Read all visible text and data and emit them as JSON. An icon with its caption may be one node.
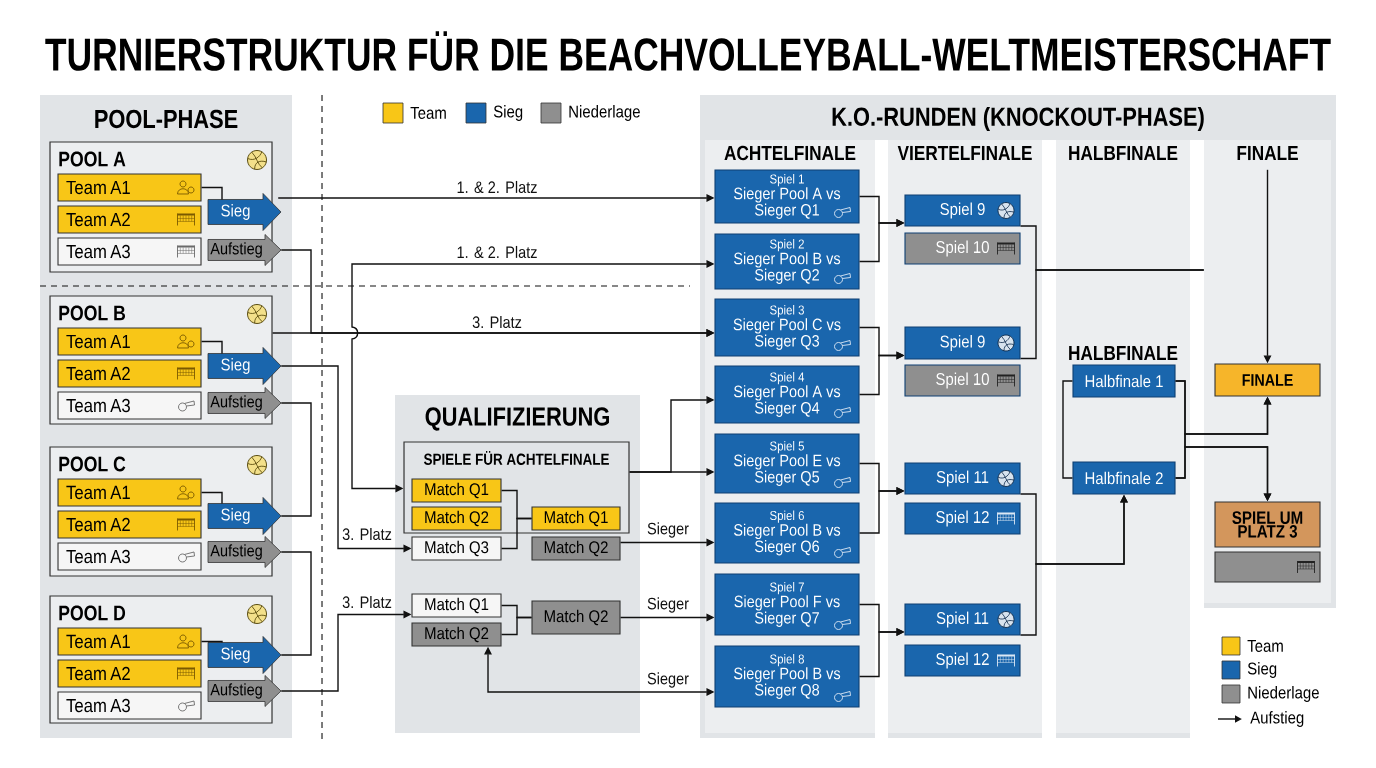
{
  "diagram": {
    "title": "TURNIERSTRUKTUR FÜR DIE BEACHVOLLEYBALL-WELTMEISTERSCHAFT",
    "nodes": [
      {
        "text": [
          "POOL-PHASE"
        ]
      },
      {
        "text": [
          "POOL A"
        ],
        "in": 0
      },
      {
        "text": [
          "Team A1"
        ],
        "in": 1
      },
      {
        "text": [
          "Team A2"
        ],
        "in": 1
      },
      {
        "text": [
          "Team A3"
        ],
        "in": 1
      },
      {
        "text": [
          "Sieg"
        ],
        "in": 0
      },
      {
        "text": [
          "Aufstieg"
        ],
        "in": 0
      },
      {
        "text": [
          "POOL B"
        ],
        "in": 0
      },
      {
        "text": [
          "Team A1"
        ],
        "in": 7
      },
      {
        "text": [
          "Team A2"
        ],
        "in": 7
      },
      {
        "text": [
          "Team A3"
        ],
        "in": 7
      },
      {
        "text": [
          "Sieg"
        ],
        "in": 0
      },
      {
        "text": [
          "Aufstieg"
        ],
        "in": 0
      },
      {
        "text": [
          "POOL C"
        ],
        "in": 0
      },
      {
        "text": [
          "Team A1"
        ],
        "in": 13
      },
      {
        "text": [
          "Team A2"
        ],
        "in": 13
      },
      {
        "text": [
          "Team A3"
        ],
        "in": 13
      },
      {
        "text": [
          "Sieg"
        ],
        "in": 0
      },
      {
        "text": [
          "Aufstieg"
        ],
        "in": 0
      },
      {
        "text": [
          "POOL D"
        ],
        "in": 0
      },
      {
        "text": [
          "Team A1"
        ],
        "in": 19
      },
      {
        "text": [
          "Team A2"
        ],
        "in": 19
      },
      {
        "text": [
          "Team A3"
        ],
        "in": 19
      },
      {
        "text": [
          "Sieg"
        ],
        "in": 0
      },
      {
        "text": [
          "Aufstieg"
        ],
        "in": 0
      },
      {
        "text": [
          "QUALIFIZIERUNG"
        ]
      },
      {
        "text": [
          "SPIELE FÜR ACHTELFINALE"
        ],
        "in": 25
      },
      {
        "text": [
          "Match Q1"
        ],
        "in": 26
      },
      {
        "text": [
          "Match Q2"
        ],
        "in": 26
      },
      {
        "text": [
          "Match Q1"
        ],
        "in": 26
      },
      {
        "text": [
          "Match Q3"
        ],
        "in": 25
      },
      {
        "text": [
          "Match Q2"
        ],
        "in": 25
      },
      {
        "text": [
          "Match Q1"
        ],
        "in": 25
      },
      {
        "text": [
          "Match Q2"
        ],
        "in": 25
      },
      {
        "text": [
          "Match Q2"
        ],
        "in": 25
      },
      {
        "text": [
          "K.O.-RUNDEN (KNOCKOUT-PHASE)"
        ]
      },
      {
        "text": [
          "ACHTELFINALE"
        ],
        "in": 35
      },
      {
        "text": [
          "VIERTELFINALE"
        ],
        "in": 35
      },
      {
        "text": [
          "HALBFINALE"
        ],
        "in": 35
      },
      {
        "text": [
          "FINALE"
        ],
        "in": 35
      },
      {
        "text": [
          "Spiel 1",
          "Sieger Pool A vs Sieger Q1"
        ],
        "in": 36
      },
      {
        "text": [
          "Spiel 2",
          "Sieger Pool B vs Sieger Q2"
        ],
        "in": 36
      },
      {
        "text": [
          "Spiel 3",
          "Sieger Pool C vs Sieger Q3"
        ],
        "in": 36
      },
      {
        "text": [
          "Spiel 4",
          "Sieger Pool A vs Sieger Q4"
        ],
        "in": 36
      },
      {
        "text": [
          "Spiel 5",
          "Sieger Pool E vs Sieger Q5"
        ],
        "in": 36
      },
      {
        "text": [
          "Spiel 6",
          "Sieger Pool B vs Sieger Q6"
        ],
        "in": 36
      },
      {
        "text": [
          "Spiel 7",
          "Sieger Pool F vs Sieger Q7"
        ],
        "in": 36
      },
      {
        "text": [
          "Spiel 8",
          "Sieger Pool B vs Sieger Q8"
        ],
        "in": 36
      },
      {
        "text": [
          "Spiel 9"
        ],
        "in": 37
      },
      {
        "text": [
          "Spiel 10"
        ],
        "in": 37
      },
      {
        "text": [
          "Spiel 9"
        ],
        "in": 37
      },
      {
        "text": [
          "Spiel 10"
        ],
        "in": 37
      },
      {
        "text": [
          "Spiel 11"
        ],
        "in": 37
      },
      {
        "text": [
          "Spiel 12"
        ],
        "in": 37
      },
      {
        "text": [
          "Spiel 11"
        ],
        "in": 37
      },
      {
        "text": [
          "Spiel 12"
        ],
        "in": 37
      },
      {
        "text": [
          "Halbfinale 1"
        ],
        "in": 38
      },
      {
        "text": [
          "Halbfinale 2"
        ],
        "in": 38
      },
      {
        "text": [
          "FINALE"
        ],
        "in": 39
      },
      {
        "text": [
          "SPIEL UM PLATZ 3"
        ],
        "in": 39
      },
      {
        "text": [],
        "shape": "box",
        "in": 39
      }
    ],
    "edges": [
      {
        "from": 2,
        "to": 5,
        "arrow": "none"
      },
      {
        "from": 5,
        "to": 40,
        "arrow": "to",
        "label": "1. & 2. Platz"
      },
      {
        "from": 6,
        "to": 42,
        "arrow": "to",
        "label": "3. Platz"
      },
      {
        "from": 7,
        "to": 42,
        "arrow": "to"
      },
      {
        "from": 8,
        "to": 11,
        "arrow": "none"
      },
      {
        "from": 11,
        "to": 30,
        "arrow": "to",
        "label": "3. Platz"
      },
      {
        "from": 12,
        "to": 17,
        "arrow": "none"
      },
      {
        "from": 14,
        "to": 17,
        "arrow": "none"
      },
      {
        "from": 18,
        "to": 23,
        "arrow": "none"
      },
      {
        "from": 20,
        "to": 23,
        "arrow": "none"
      },
      {
        "from": 24,
        "to": 32,
        "arrow": "to",
        "label": "3. Platz"
      },
      {
        "from": 26,
        "to": 41,
        "arrow": "both",
        "label": "1. & 2. Platz"
      },
      {
        "from": 27,
        "to": 29,
        "arrow": "none"
      },
      {
        "from": 30,
        "to": 29,
        "arrow": "none"
      },
      {
        "from": 26,
        "to": 43,
        "arrow": "to"
      },
      {
        "from": 26,
        "to": 44,
        "arrow": "to"
      },
      {
        "from": 31,
        "to": 45,
        "arrow": "to",
        "label": "Sieger"
      },
      {
        "from": 32,
        "to": 34,
        "arrow": "none"
      },
      {
        "from": 33,
        "to": 34,
        "arrow": "none"
      },
      {
        "from": 34,
        "to": 46,
        "arrow": "to",
        "label": "Sieger"
      },
      {
        "from": 33,
        "to": 47,
        "arrow": "both",
        "label": "Sieger"
      },
      {
        "from": 40,
        "to": 48,
        "arrow": "to"
      },
      {
        "from": 41,
        "to": 48,
        "arrow": "to"
      },
      {
        "from": 42,
        "to": 50,
        "arrow": "to"
      },
      {
        "from": 43,
        "to": 50,
        "arrow": "to"
      },
      {
        "from": 44,
        "to": 52,
        "arrow": "to"
      },
      {
        "from": 45,
        "to": 52,
        "arrow": "to"
      },
      {
        "from": 46,
        "to": 54,
        "arrow": "to"
      },
      {
        "from": 47,
        "to": 54,
        "arrow": "to"
      },
      {
        "from": 48,
        "to": 39,
        "arrow": "none"
      },
      {
        "from": 50,
        "to": 39,
        "arrow": "none"
      },
      {
        "from": 52,
        "to": 57,
        "arrow": "to"
      },
      {
        "from": 54,
        "to": 57,
        "arrow": "to"
      },
      {
        "from": 56,
        "to": 57,
        "arrow": "none"
      },
      {
        "from": 56,
        "to": 58,
        "arrow": "to"
      },
      {
        "from": 57,
        "to": 58,
        "arrow": "to"
      },
      {
        "from": 56,
        "to": 59,
        "arrow": "to"
      },
      {
        "from": 57,
        "to": 59,
        "arrow": "to"
      },
      {
        "from": 39,
        "to": 58,
        "arrow": "to"
      }
    ],
    "labels": [
      "HALBFINALE"
    ],
    "legend": [
      {
        "text": "Team",
        "color": "#f8c617"
      },
      {
        "text": "Sieg",
        "color": "#1a66ad"
      },
      {
        "text": "Niederlage",
        "color": "#8f8f8f"
      },
      {
        "text": "Team",
        "color": "#f8c617"
      },
      {
        "text": "Sieg",
        "color": "#1a66ad"
      },
      {
        "text": "Niederlage",
        "color": "#8f8f8f"
      },
      {
        "text": "Aufstieg"
      }
    ]
  }
}
